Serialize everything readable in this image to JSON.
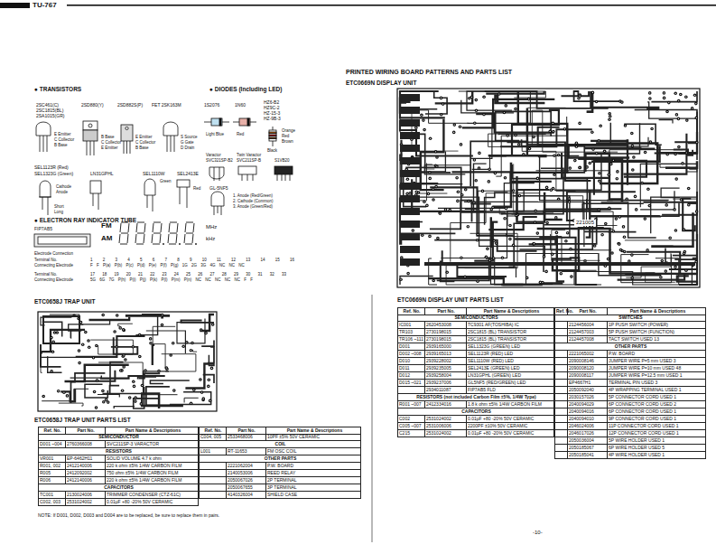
{
  "diagram": {
    "title": "PRINTED WIRING BOARD PATTERNS AND PARTS LIST",
    "labels": [
      "TU-767",
      "● TRANSISTORS",
      "● DIODES (Including LED)",
      "2SC461(C)",
      "2SC1815(BL)",
      "2SA1015(GR)",
      "2SD880(Y)",
      "2SD882S(P)",
      "FET 2SK163M",
      "1S2076",
      "1N60",
      "HZ6-B2",
      "HZ9C-2",
      "HZ-15-3",
      "HZ-9B-3",
      "E Emitter",
      "C Collector",
      "B Base",
      "B Base",
      "C Collector",
      "E Emitter",
      "E Emitter",
      "C Collector",
      "B Base",
      "S Source",
      "G Gate",
      "D Drain",
      "Light Blue",
      "Red",
      "Orange",
      "Red",
      "Brown",
      "Black",
      "Varactor",
      "SVC321SP-B2",
      "Twin Varactor",
      "SVC211SP-B",
      "S1VB20",
      "SEL1123R (Red)",
      "SEL1323G (Green)",
      "LN31GPHL",
      "SEL1110W",
      "SEL2413E",
      "GL-5NF5",
      "Short",
      "Long",
      "Cathode",
      "Anode",
      "Green",
      "Red",
      "1. Anode (Red/Green)",
      "2. Cathode (Common)",
      "3. Anode (Green/Red)",
      "● ELECTRON RAY INDICATOR TUBE",
      "FIP7AB5",
      "FM",
      "AM",
      "MHz",
      "kHz",
      "Electrode Connection",
      "Terminal No.",
      "1 2 3 4 5 6 7 8 9 10 11 12 13 14 15 16",
      "Connecting Electrode",
      "F F P(a) P(b) P(c) P(d) P(e) P(f) P(g) 1G 2G 3G 4G NC NC NC",
      "Terminal No.",
      "17 18 19 20 21 22 23 24 25 26 27 28 29 30 31 32 33",
      "Connecting Electrode",
      "5G 6G 7G P(h) P(i) P(j) P(k) P(l) P(m) P(n) NC NC NC NC NC F F",
      "ETC0658J TRAP UNIT",
      "ETC0658J TRAP UNIT PARTS LIST",
      "NOTE: If D001, D002, D003 and D004 are to be replaced, be sure to replace them in pairs.",
      "ETC0669N DISPLAY UNIT",
      "ETC0669N DISPLAY UNIT PARTS LIST",
      "221005",
      "-10-",
      "Ref. No.",
      "Part No.",
      "Part Name & Descriptions",
      "SEMICONDUCTOR",
      "D001 ~004",
      "2760366008",
      "SVC211SP-3 VARACTOR",
      "RESISTORS",
      "VR001",
      "EP-6462H11",
      "SOLID VOLUME 4.7 k ohm",
      "R001, 002",
      "2412140006",
      "220 k ohm ±5% 1/4W CARBON FILM",
      "R005",
      "2412092002",
      "750 ohm ±5% 1/4W CARBON FILM",
      "R006",
      "2412140006",
      "220 k ohm ±5% 1/4W CARBON FILM",
      "CAPACITORS",
      "TC001",
      "2130024006",
      "TRIMMER CONDENSER (CTZ-61C)",
      "C002, 003",
      "2531024002",
      "0.01µF +80 -20% 50V CERAMIC",
      "Ref. No.",
      "Part No.",
      "Part Name & Descriptions",
      "C004, 005",
      "2533468006",
      "10PF ±5% 50V CERAMIC",
      "COIL",
      "L001",
      "RT-11653",
      "FM OSC COIL",
      "OTHER PARTS",
      "2221062004",
      "P.W. BOARD",
      "2140053006",
      "REED RELAY",
      "2050067026",
      "2P TERMINAL",
      "2050067655",
      "3P TERMINAL",
      "4140326004",
      "SHIELD CASE",
      "Ref. No.",
      "Part No.",
      "Part Name & Descriptions",
      "SEMICONDUCTORS",
      "IC001",
      "2620453008",
      "TC9301 AF(TOSHIBA) IC",
      "TR103",
      "2730198015",
      "2SC1815 (BL) TRANSISTOR",
      "TR106 ~111",
      "2730198015",
      "2SC1815 (BL) TRANSISTOR",
      "D001",
      "2939165000",
      "SEL1323G (GREEN) LED",
      "D002 ~008",
      "2939165013",
      "SEL1123R (RED) LED",
      "D010",
      "2939228002",
      "SEL1110W (RED) LED",
      "D011",
      "2939235005",
      "SEL2413E (GREEN) LED",
      "D012",
      "2939258004",
      "LN31GPHL (GREEN) LED",
      "D015 ~021",
      "2939237006",
      "GL5NF5 (RED/GREEN) LED",
      "2934011087",
      "FIP7AB5 FLD",
      "RESISTORS (not included Carbon Film ±5%, 1/4W Type)",
      "R001 ~007",
      "2412334016",
      "1.8 k ohm ±5% 1/4W CARBON FILM",
      "CAPACITORS",
      "C002",
      "2531024002",
      "0.01µF +80 -20% 50V CERAMIC",
      "C005 ~007",
      "2531006006",
      "2200PF ±10% 50V CERAMIC",
      "C215",
      "2531024002",
      "0.01µF +80 -20% 50V CERAMIC",
      "Ref. No.",
      "Part No.",
      "Part Name & Descriptions",
      "SWITCHES",
      "2124456004",
      "1P PUSH SWITCH (POWER)",
      "2124457003",
      "5P PUSH SWITCH (FUNCTION)",
      "2124457008",
      "TACT SWITCH USED 13",
      "OTHER PARTS",
      "2221065002",
      "P.W. BOARD",
      "2090008146",
      "JUMPER WIRE P=5 mm USED 3",
      "2090008120",
      "JUMPER WIRE P=10 mm USED 48",
      "2090008117",
      "JUMPER WIRE P=12.5 mm USED 1",
      "EP4667H1",
      "TERMINAL PIN USED 3",
      "2050092040",
      "4P WRAPPING TERMINAL USED 1",
      "2030157026",
      "5P CONNECTOR CORD USED 1",
      "2040094029",
      "6P CONNECTOR CORD USED 2",
      "2040094016",
      "6P CONNECTOR CORD USED 1",
      "2040094010",
      "9P CONNECTOR CORD USED 1",
      "2046024006",
      "11P CONNECTOR CORD USED 1",
      "2046017026",
      "12P CONNECTOR CORD USED 1",
      "2050036004",
      "5P WIRE HOLDER USED 1",
      "2050185067",
      "6P WIRE HOLDER USED 5",
      "2050185041",
      "4P WIRE HOLDER USED 1"
    ]
  }
}
